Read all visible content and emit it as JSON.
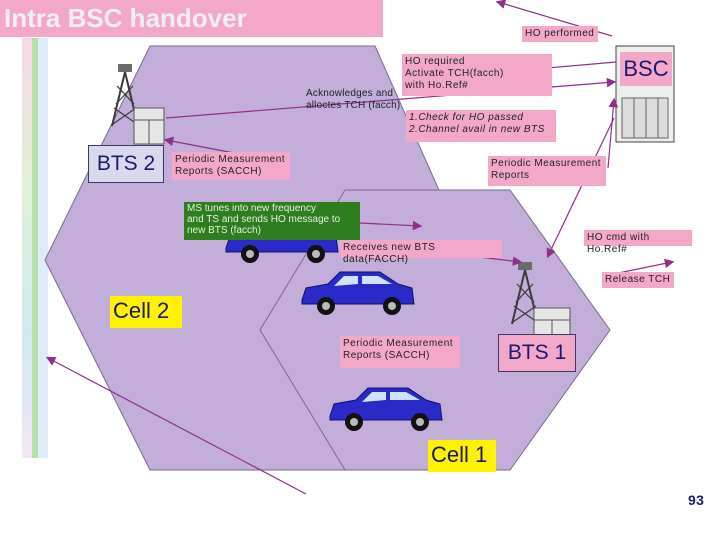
{
  "title": "Intra BSC handover",
  "labels": {
    "ho_performed": "HO performed",
    "ho_required": "HO required\nActivate TCH(facch)\nwith Ho.Ref#",
    "acknowledges": "Acknowledges and\nalloctes TCH (facch)",
    "check": "1.Check for HO passed\n2.Channel avail in new BTS",
    "bsc": "BSC",
    "bts2": "BTS 2",
    "bts1": "BTS 1",
    "pmr_sacch_1": "Periodic Measurement\nReports (SACCH)",
    "pmr": "Periodic Measurement\nReports",
    "ms_tunes": "MS tunes into new frequency\nand TS and sends HO message to\nnew BTS (facch)",
    "receives": "Receives new BTS data(FACCH)",
    "ho_cmd": "HO cmd with Ho.Ref#",
    "release": "Release TCH",
    "cell2": "Cell 2",
    "pmr_sacch_2": "Periodic Measurement\nReports (SACCH)",
    "cell1": "Cell 1",
    "page_number": "93"
  },
  "colors": {
    "cell_fill": "#c2aed8",
    "label_fill": "#f4a8c9",
    "bts_fill": "#d9d9ee",
    "green_note": "#2e7d1e",
    "cell_label": "#fff200",
    "arrow": "#8e2f8a",
    "car": "#2a2ac8"
  },
  "icons": [
    "tower-icon",
    "car-icon",
    "cabinet-icon"
  ]
}
